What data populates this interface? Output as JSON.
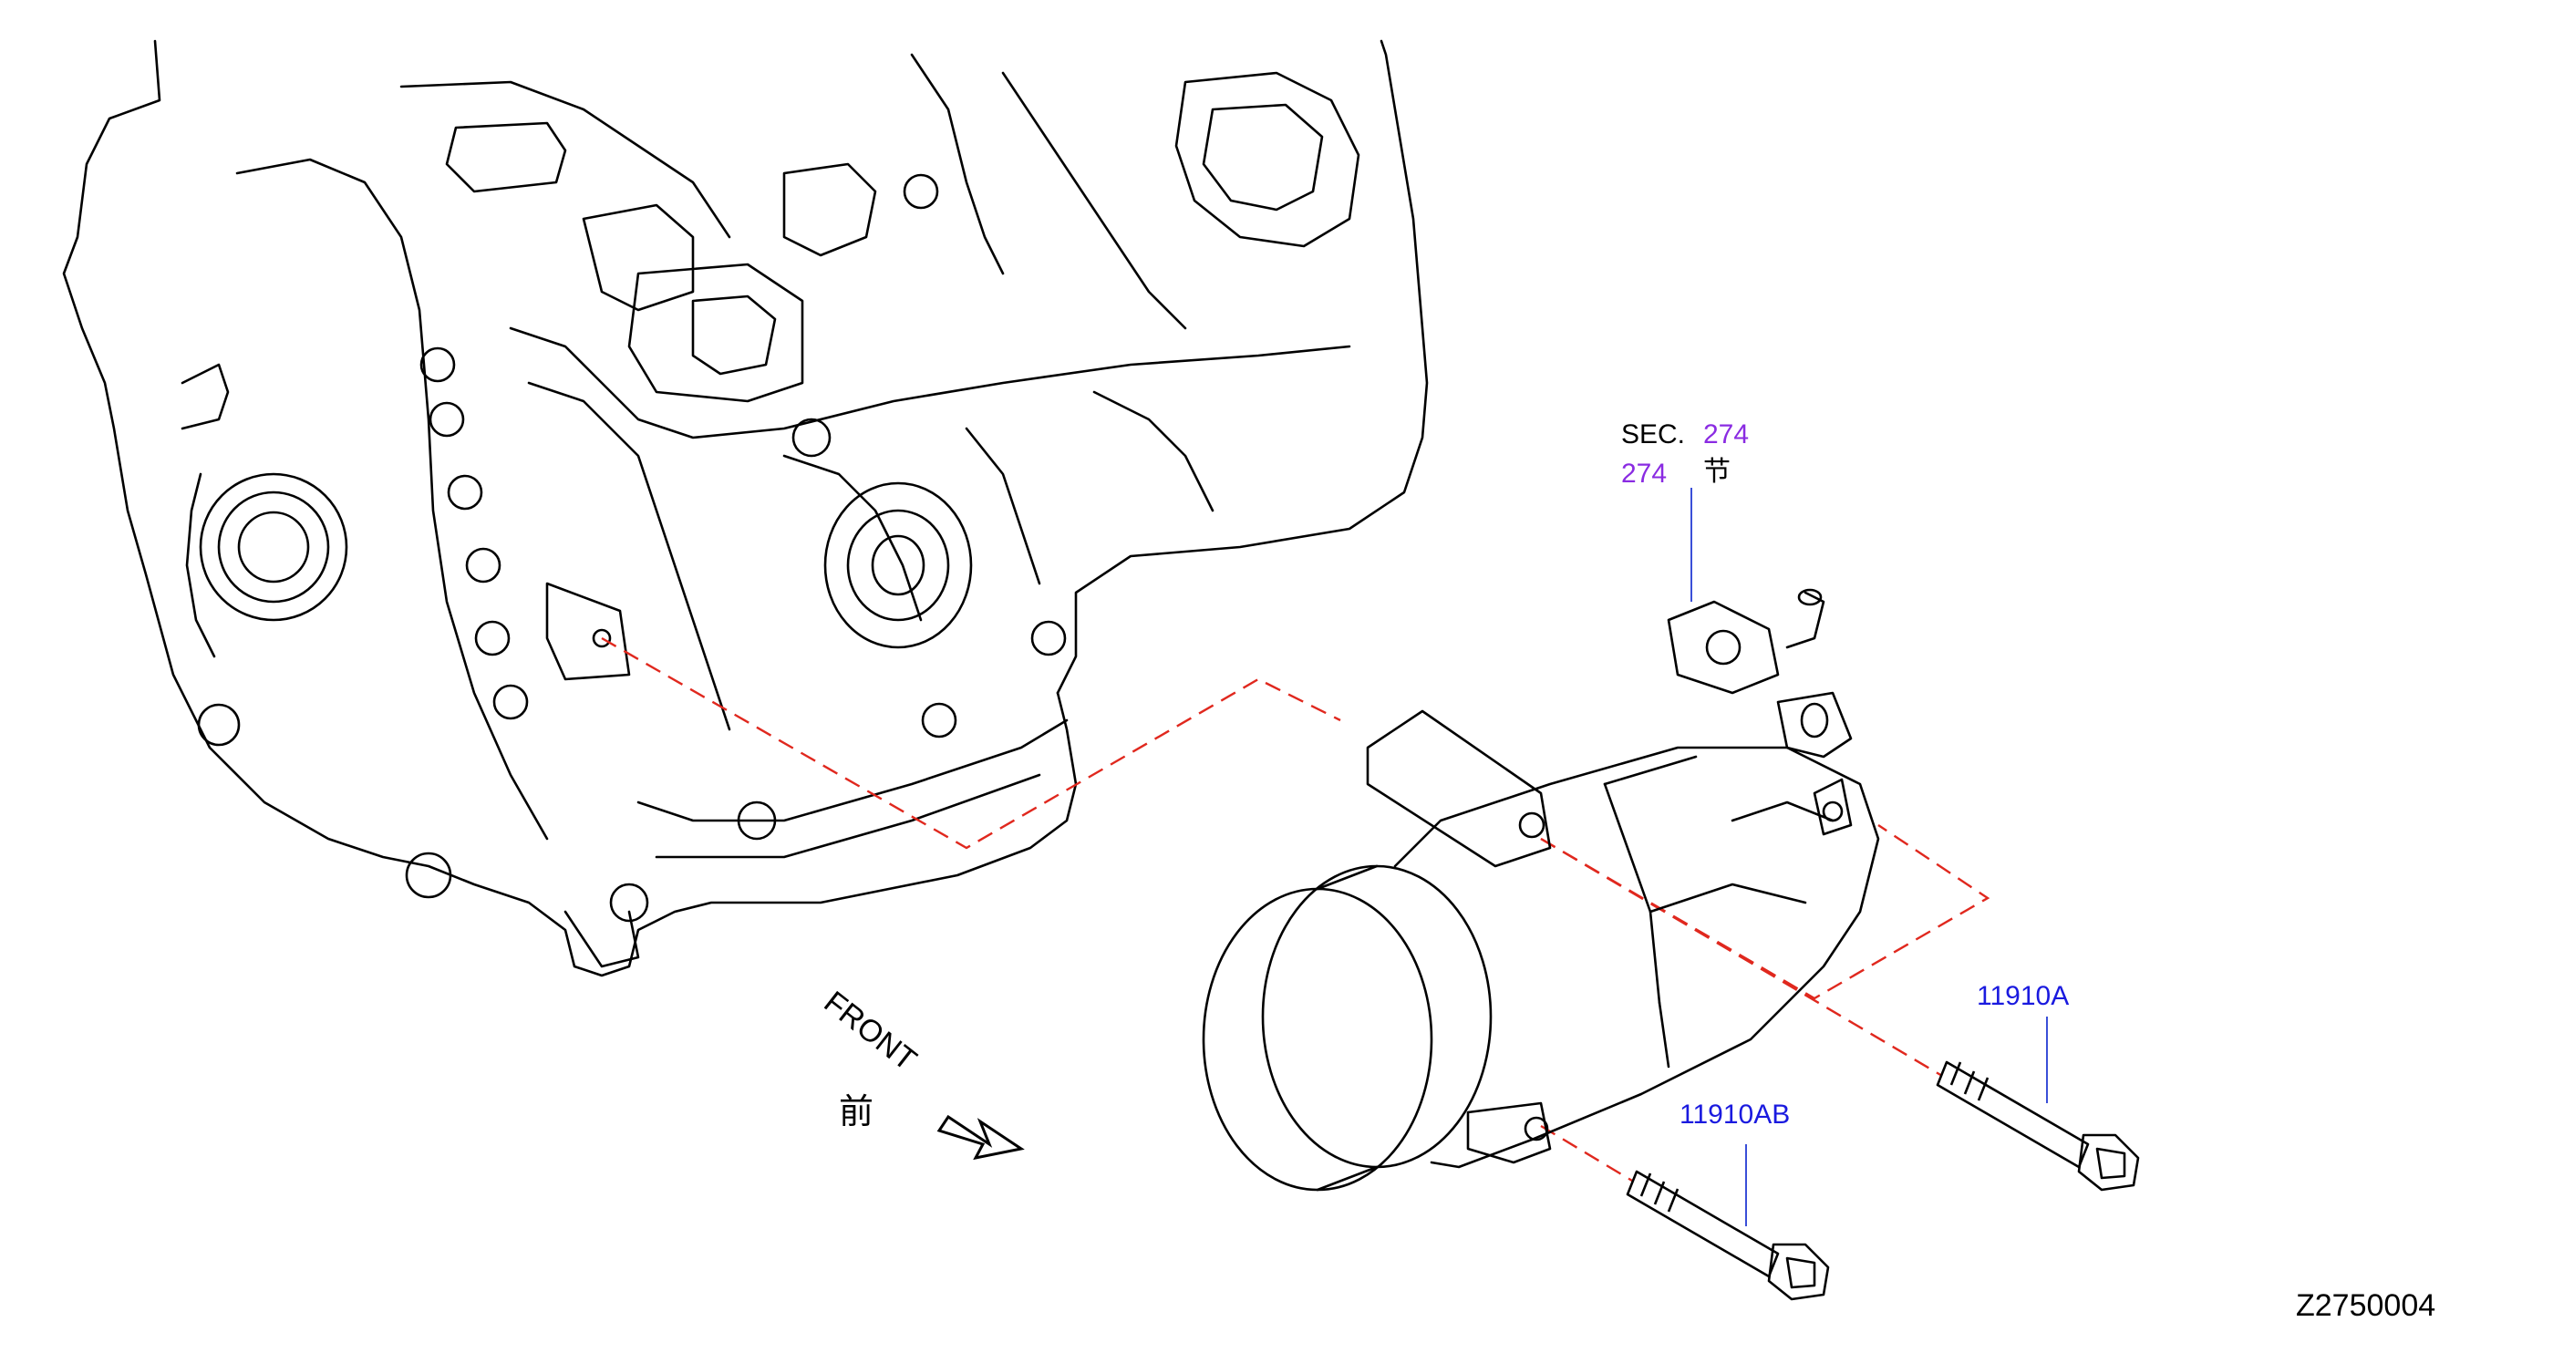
{
  "section_ref": {
    "prefix": "SEC.",
    "number": "274",
    "number_alt": "274",
    "cjk_label": "节"
  },
  "callouts": [
    {
      "id": "bolt-a",
      "label": "11910A"
    },
    {
      "id": "bolt-ab",
      "label": "11910AB"
    }
  ],
  "front_indicator": {
    "text": "FRONT",
    "cjk": "前"
  },
  "diagram_id": "Z2750004",
  "colors": {
    "line": "#000000",
    "callout_text": "#1a1adf",
    "callout_leader": "#3a4fd8",
    "section_number": "#8a2be2",
    "dashed_guide": "#e0281e"
  }
}
